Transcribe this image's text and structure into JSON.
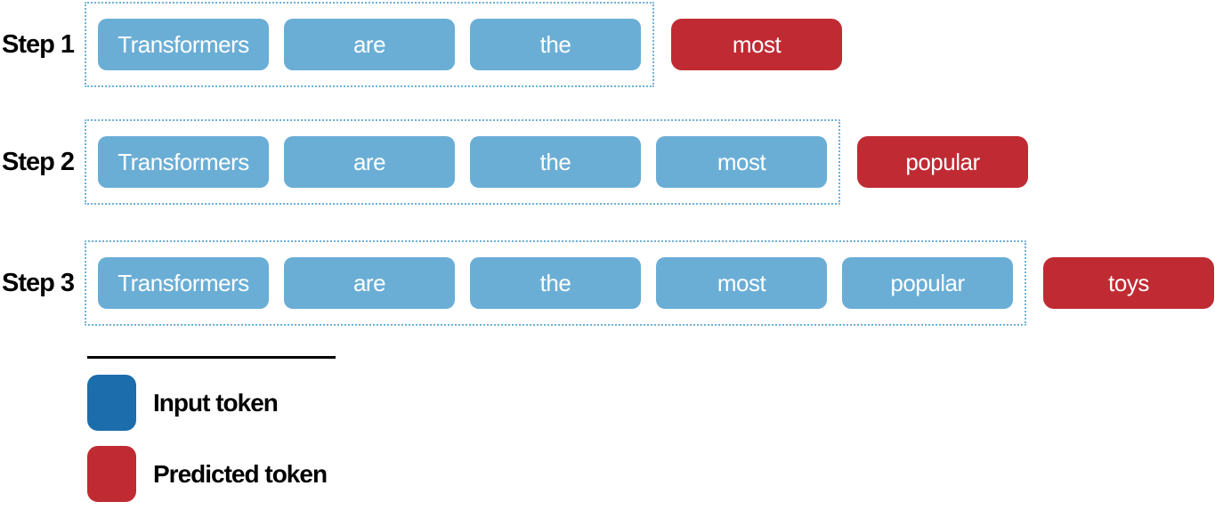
{
  "figure": {
    "steps": [
      {
        "label": "Step 1",
        "input_tokens": [
          "Transformers",
          "are",
          "the"
        ],
        "predicted_token": "most"
      },
      {
        "label": "Step 2",
        "input_tokens": [
          "Transformers",
          "are",
          "the",
          "most"
        ],
        "predicted_token": "popular"
      },
      {
        "label": "Step 3",
        "input_tokens": [
          "Transformers",
          "are",
          "the",
          "most",
          "popular"
        ],
        "predicted_token": "toys"
      }
    ],
    "legend": [
      {
        "label": "Input token",
        "color": "#1c6dac"
      },
      {
        "label": "Predicted token",
        "color": "#c02b33"
      }
    ],
    "colors": {
      "input_token_fill": "#6aaed6",
      "context_box_border": "#6fb0d8",
      "predicted_token_fill": "#c02b33",
      "legend_input_swatch": "#1c6dac",
      "token_text": "#ffffff",
      "label_text": "#000000"
    }
  }
}
